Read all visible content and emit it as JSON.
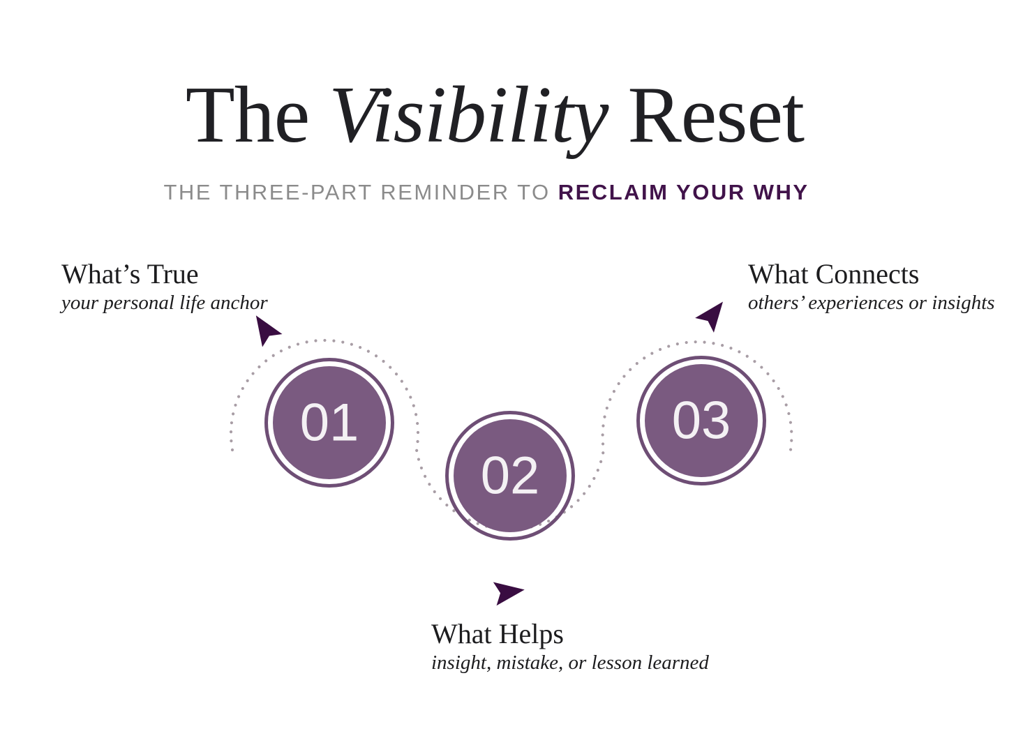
{
  "title": {
    "pre": "The",
    "italic": "Visibility",
    "post": "Reset"
  },
  "subtitle": {
    "plain": "THE THREE-PART REMINDER TO",
    "highlight": "RECLAIM YOUR WHY"
  },
  "steps": [
    {
      "number": "01",
      "heading": "What’s True",
      "description": "your personal life anchor"
    },
    {
      "number": "02",
      "heading": "What Helps",
      "description": "insight, mistake, or lesson learned"
    },
    {
      "number": "03",
      "heading": "What Connects",
      "description": "others’ experiences or insights"
    }
  ],
  "colors": {
    "background": "#ffffff",
    "title_text": "#202024",
    "subtitle_gray": "#8b8b8b",
    "accent_purple": "#41134a",
    "circle_fill": "#7a5a80",
    "circle_ring": "#6e4e75",
    "number_text": "#f4f1f4",
    "dots": "#a89da5",
    "arrow": "#390d41",
    "label_text": "#1c1c1e"
  }
}
